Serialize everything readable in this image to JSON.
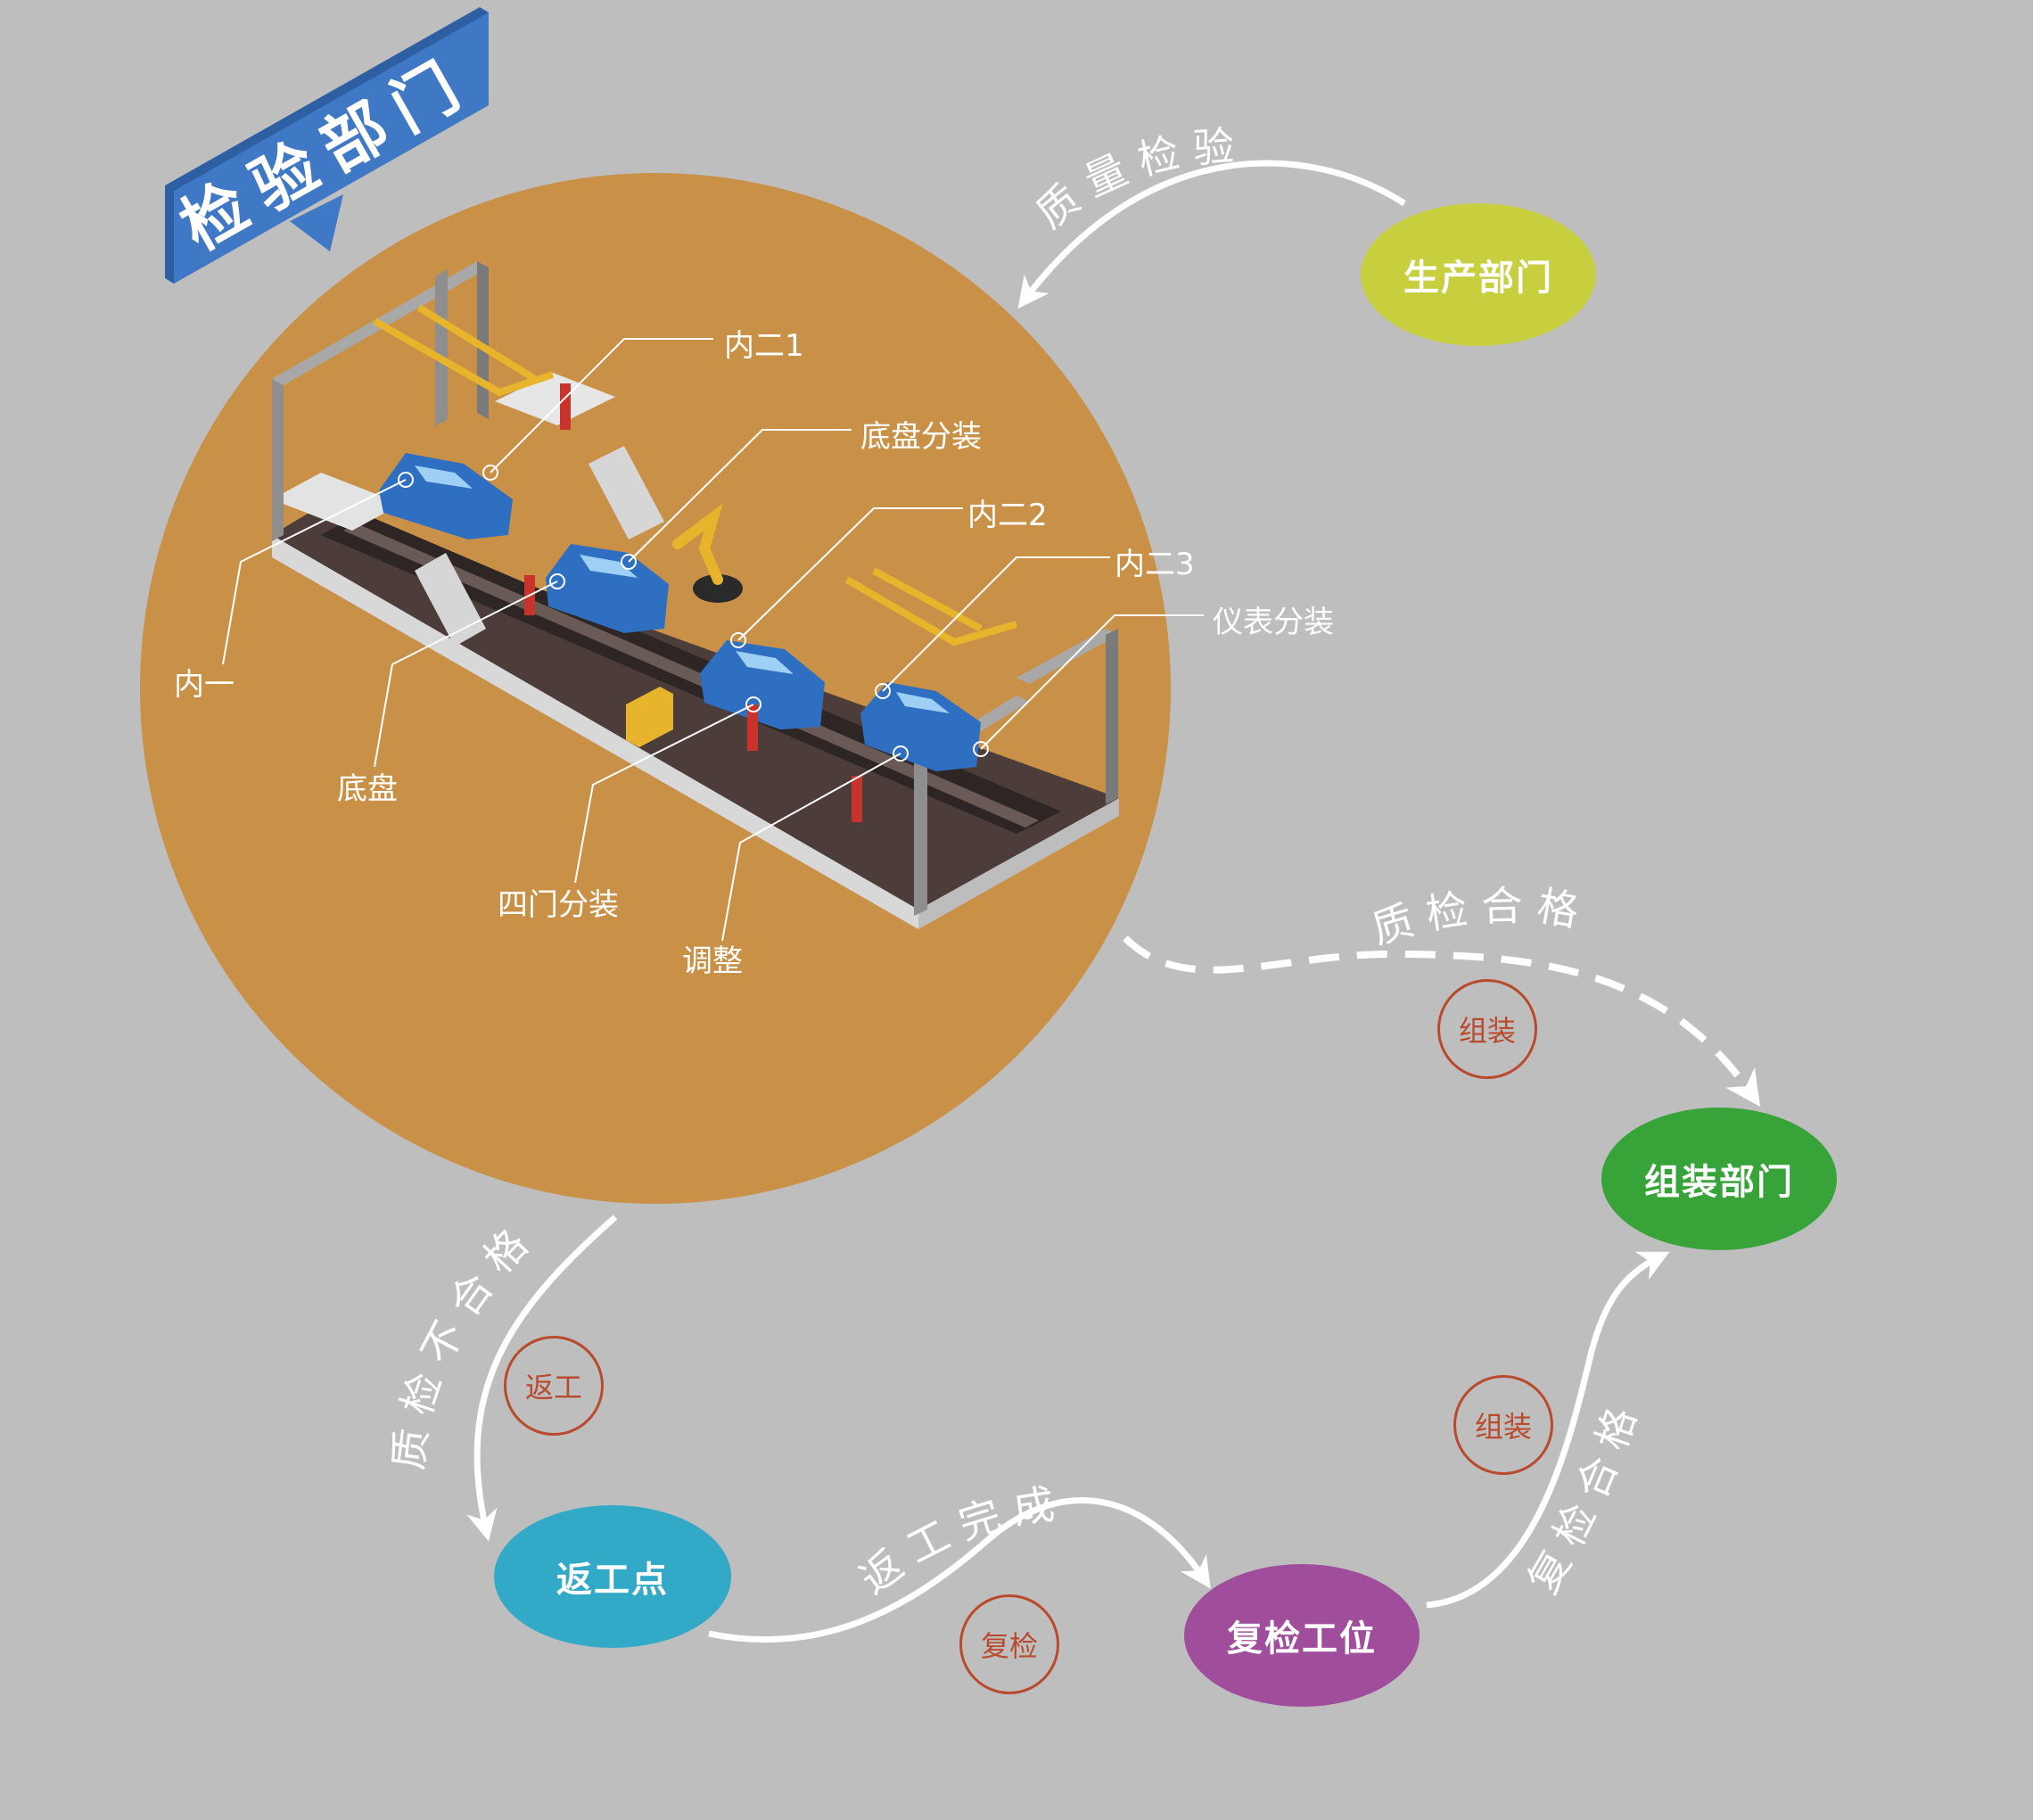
{
  "banner": {
    "title": "检验部门"
  },
  "departments": {
    "production": "生产部门",
    "assembly": "组装部门",
    "rework_point": "返工点",
    "recheck_station": "复检工位"
  },
  "flows": {
    "quality_inspection": "质量检验",
    "inspection_passed": "质检合格",
    "inspection_failed": "质检不合格",
    "rework_done": "返工完成",
    "recheck_passed": "复检合格"
  },
  "tags": {
    "assembly_top": "组装",
    "rework": "返工",
    "recheck": "复检",
    "assembly_right": "组装"
  },
  "stations": {
    "inner2_1": "内二1",
    "chassis_subassembly": "底盘分装",
    "inner2_2": "内二2",
    "inner2_3": "内二3",
    "dashboard_subassembly": "仪表分装",
    "inner1": "内一",
    "chassis": "底盘",
    "four_door_subassembly": "四门分装",
    "adjustment": "调整"
  },
  "colors": {
    "background": "#bebebe",
    "circle": "#c99147",
    "banner": "#3f78c4",
    "production": "#c8cf3f",
    "assembly": "#37a339",
    "rework_point": "#32a9c7",
    "recheck_station": "#a04e9b",
    "tag_ring": "#b94a2c",
    "car": "#2f6fc2"
  }
}
